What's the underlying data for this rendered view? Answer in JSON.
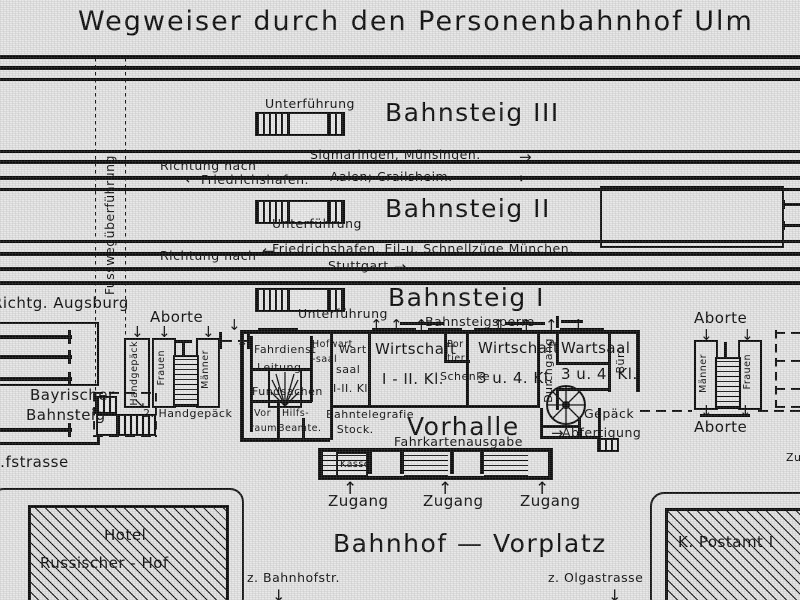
{
  "map": {
    "title": "Wegweiser durch den Personenbahnhof Ulm",
    "forecourt_label": "Bahnhof — Vorplatz"
  },
  "platforms": [
    {
      "name": "Bahnsteig III",
      "underpass_label": "Unterführung",
      "direction_prefix": "Richtung nach",
      "destination_left": "Friedrichshafen.",
      "destination_top": "Sigmaringen, Münsingen.",
      "destination_right": "Aalen; Crailsheim.",
      "arrow_left": "←",
      "arrow_right": "→"
    },
    {
      "name": "Bahnsteig II",
      "underpass_label": "Unterführung",
      "direction_prefix": "Richtung nach",
      "destination_left": "Friedrichshafen, Eil‐u. Schnellzüge München.",
      "destination_right": "Stuttgart",
      "arrow_left": "←",
      "arrow_right": "→"
    },
    {
      "name": "Bahnsteig I",
      "underpass_label": "Unterführung"
    }
  ],
  "side_platform": {
    "direction": "Richtg. Augsburg",
    "name_line1": "Bayrischer",
    "name_line2": "Bahnsteig"
  },
  "footbridge": {
    "label": "Fusswegüberführung"
  },
  "barrier": {
    "label": "Bahnsteigsperre"
  },
  "toilets": {
    "left": {
      "title": "Aborte",
      "women": "Frauen",
      "men": "Männer"
    },
    "right": {
      "title_top": "Aborte",
      "title_bottom": "Aborte",
      "men": "Männer",
      "women": "Frauen"
    }
  },
  "luggage": {
    "hand_luggage": "Handgepäck",
    "hand_luggage_2": "2. Handgepäck",
    "baggage_line1": "Gepäck",
    "baggage_line2": "Abfertigung"
  },
  "rooms": [
    {
      "name": "Fahrdienstleitung",
      "line1": "Fahrdienst",
      "line2": "Leitung"
    },
    {
      "name": "Fundsachen",
      "line1": "Fundsachen"
    },
    {
      "name": "Vorraum",
      "line1": "Vor",
      "line2": "raum"
    },
    {
      "name": "Hilfsbeamte",
      "line1": "Hilfs‐",
      "line2": "Beamte."
    },
    {
      "name": "Hofwartsaal",
      "line1": "Hofwart",
      "line2": "‐saal"
    },
    {
      "name": "Bahntelegrafie",
      "line1": "Bahntelegrafie",
      "line2": "I Stock."
    },
    {
      "name": "Wartsaal I. II. Kl.",
      "line1": "Wart",
      "line2": "saal",
      "line3": "I‐II. Kl."
    },
    {
      "name": "Wirtschaft I. II. Kl.",
      "line1": "Wirtschaft",
      "line2": "I ‐ II. Kl."
    },
    {
      "name": "Portier",
      "line1": "Por",
      "line2": "tier"
    },
    {
      "name": "Schenke",
      "line1": "Schenke"
    },
    {
      "name": "Wirtschaft 3 u. 4. Kl.",
      "line1": "Wirtschaft",
      "line2": "3 u. 4. Kl."
    },
    {
      "name": "Durchgang",
      "line1": "Durchgang"
    },
    {
      "name": "Wartsaal 3 u. 4. Kl.",
      "line1": "Wartsaal",
      "line2": "3 u. 4. Kl."
    },
    {
      "name": "Büro",
      "line1": "Büro"
    },
    {
      "name": "Vorhalle",
      "line1": "Vorhalle"
    },
    {
      "name": "Fahrkartenausgabe",
      "line1": "Fahrkartenausgabe"
    },
    {
      "name": "Kasse",
      "line1": "Kasse"
    }
  ],
  "entrances": [
    {
      "label": "Zugang",
      "arrow": "↑"
    },
    {
      "label": "Zugang",
      "arrow": "↑"
    },
    {
      "label": "Zugang",
      "arrow": "↑"
    },
    {
      "label": "Zu",
      "arrow": ""
    }
  ],
  "streets": {
    "left_top": "…fstrasse",
    "to_bahnhofstr": "z. Bahnhofstr.",
    "to_olgastrasse": "z. Olgastrasse",
    "arrow_down": "↓"
  },
  "buildings": [
    {
      "name": "hotel",
      "line1": "Hotel",
      "line2": "Russischer ‐ Hof"
    },
    {
      "name": "post-office",
      "line1": "K. Postamt I"
    }
  ],
  "colors": {
    "ink": "#0a0a0a",
    "paper": "#e9e9e9"
  }
}
